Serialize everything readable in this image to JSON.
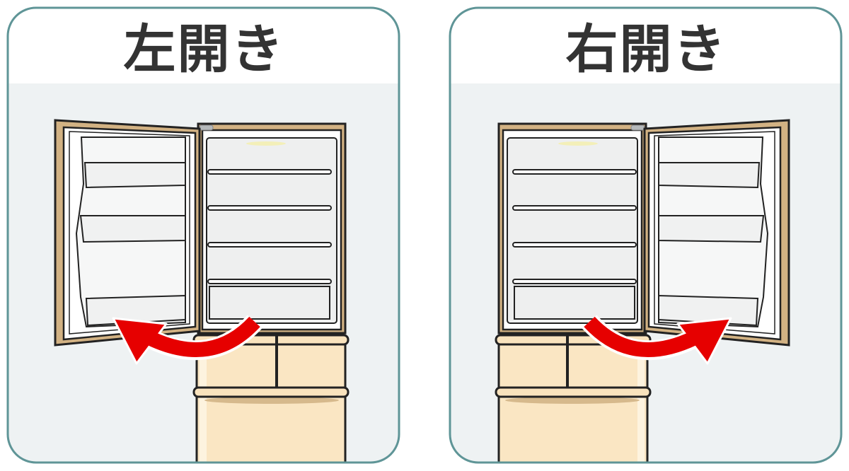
{
  "panels": [
    {
      "title": "左開き",
      "door_side": "left"
    },
    {
      "title": "右開き",
      "door_side": "right"
    }
  ],
  "colors": {
    "border": "#5f9597",
    "background": "#eef2f3",
    "fridge_frame": "#d2b283",
    "fridge_lower": "#fae6c3",
    "arrow": "#e60000"
  }
}
